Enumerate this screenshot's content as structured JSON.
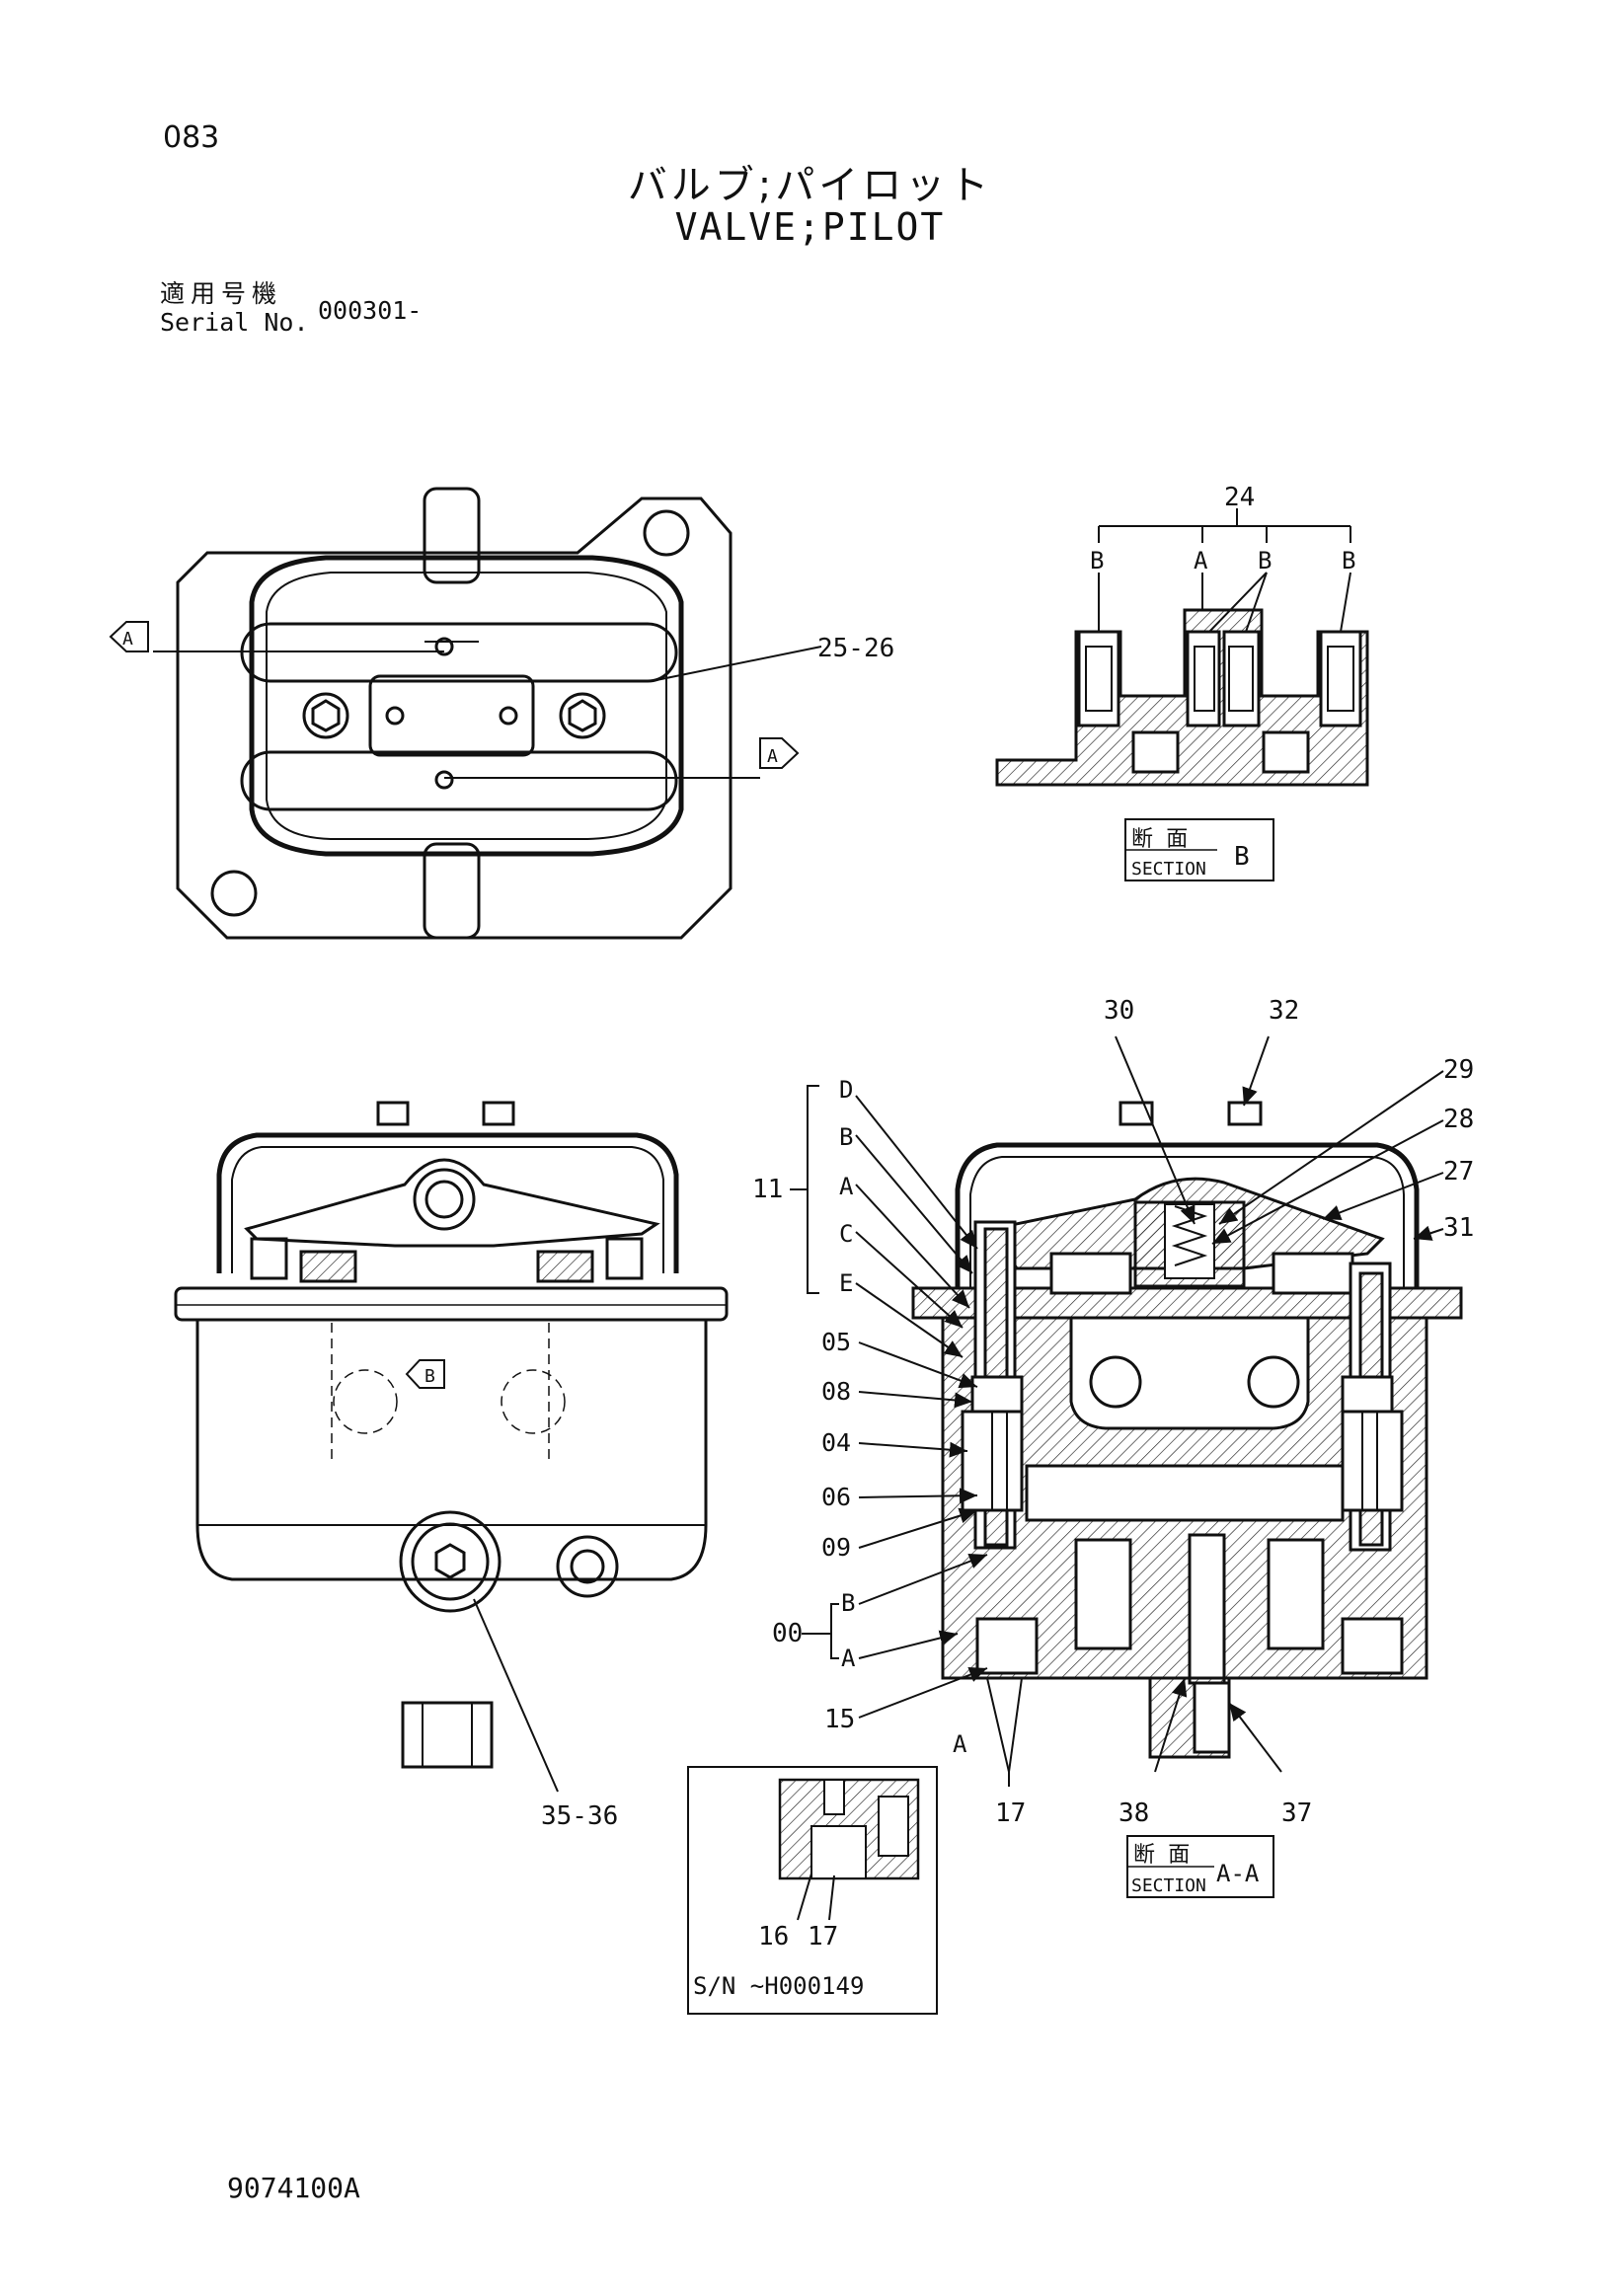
{
  "header": {
    "page_number": "083",
    "title_jp": "バルブ;パイロット",
    "title_en": "VALVE;PILOT",
    "serial_label_jp": "適用号機",
    "serial_label_en": "Serial No.",
    "serial_value": "000301-"
  },
  "top_view": {
    "callout_25_26": "25-26",
    "section_arrow_left": "A",
    "section_arrow_right": "A"
  },
  "section_b_view": {
    "callout_24": "24",
    "letters": [
      "B",
      "A",
      "B",
      "B"
    ],
    "caption_jp": "断 面",
    "caption_en": "SECTION",
    "caption_letter": "B"
  },
  "front_view": {
    "section_arrow": "B",
    "callout_35_36": "35-36"
  },
  "section_aa_view": {
    "top_callouts": [
      "30",
      "32",
      "29",
      "28",
      "27",
      "31"
    ],
    "group_11": {
      "label": "11",
      "letters": [
        "D",
        "B",
        "A",
        "C",
        "E"
      ]
    },
    "left_callouts": [
      "05",
      "08",
      "04",
      "06",
      "09"
    ],
    "group_00": {
      "label": "00",
      "letters": [
        "B",
        "A"
      ]
    },
    "callout_15": "15",
    "callout_a_bottom": "A",
    "bottom_callouts": [
      "17",
      "38",
      "37"
    ],
    "caption_jp": "断 面",
    "caption_en": "SECTION",
    "caption_letter": "A-A"
  },
  "inset": {
    "callouts": [
      "16",
      "17"
    ],
    "label": "S/N ~H000149"
  },
  "footer": {
    "drawing_code": "9074100A"
  }
}
